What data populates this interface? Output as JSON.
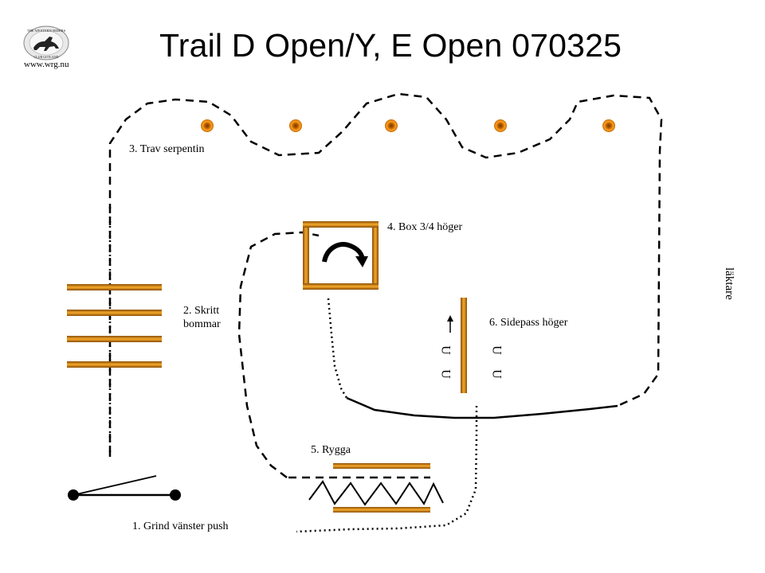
{
  "header": {
    "title": "Trail D Open/Y, E Open 070325",
    "website": "www.wrg.nu"
  },
  "logo": {
    "ring_text": "THE WESTERN RIDERS",
    "bottom_text": "CLUB GOTLAND"
  },
  "side_label": "läktare",
  "obstacles": [
    {
      "id": "gate",
      "label": "1. Grind vänster push"
    },
    {
      "id": "poles",
      "label_lines": [
        "2. Skritt",
        "bommar"
      ]
    },
    {
      "id": "serpentine",
      "label": "3. Trav serpentin",
      "cone_count": 5
    },
    {
      "id": "box",
      "label": "4. Box 3/4 höger"
    },
    {
      "id": "backup",
      "label": "5. Rygga"
    },
    {
      "id": "sidepass",
      "label": "6. Sidepass höger",
      "hoof_symbol": "U"
    }
  ],
  "colors": {
    "pole_dark": "#8a4f06",
    "pole_light": "#f6a82a",
    "cone_center": "#b35a00",
    "cone_ring": "#ff9f1c",
    "path": "#000000"
  }
}
